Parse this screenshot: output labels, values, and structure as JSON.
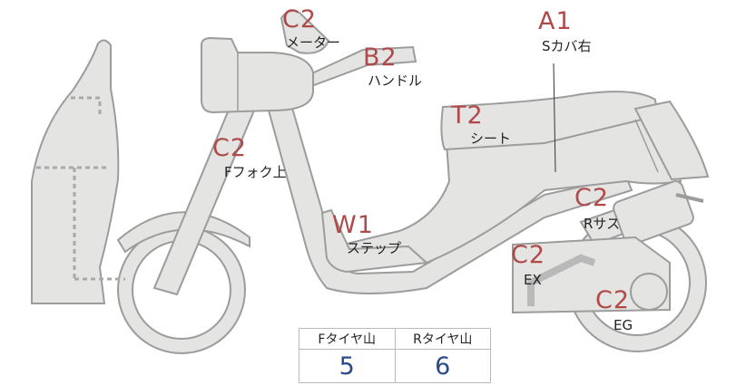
{
  "colors": {
    "body_fill": "#e4e4e2",
    "body_stroke": "#9c9c9c",
    "seam": "#9c9c9c",
    "dotted": "#a9a9a9",
    "grade_text": "#b04a4a",
    "tire_value_text": "#2b4a8a"
  },
  "annotations": [
    {
      "id": "meter",
      "grade": "C2",
      "label": "メーター"
    },
    {
      "id": "handle",
      "grade": "B2",
      "label": "ハンドル"
    },
    {
      "id": "scover",
      "grade": "A1",
      "label": "Sカバ右"
    },
    {
      "id": "seat",
      "grade": "T2",
      "label": "シート"
    },
    {
      "id": "ffork",
      "grade": "C2",
      "label": "Fフォク上"
    },
    {
      "id": "step",
      "grade": "W1",
      "label": "ステップ"
    },
    {
      "id": "rsus",
      "grade": "C2",
      "label": "Rサス"
    },
    {
      "id": "ex",
      "grade": "C2",
      "label": "EX"
    },
    {
      "id": "eg",
      "grade": "C2",
      "label": "EG"
    }
  ],
  "tire_table": {
    "front_header": "Fタイヤ山",
    "rear_header": "Rタイヤ山",
    "front_value": "5",
    "rear_value": "6"
  }
}
